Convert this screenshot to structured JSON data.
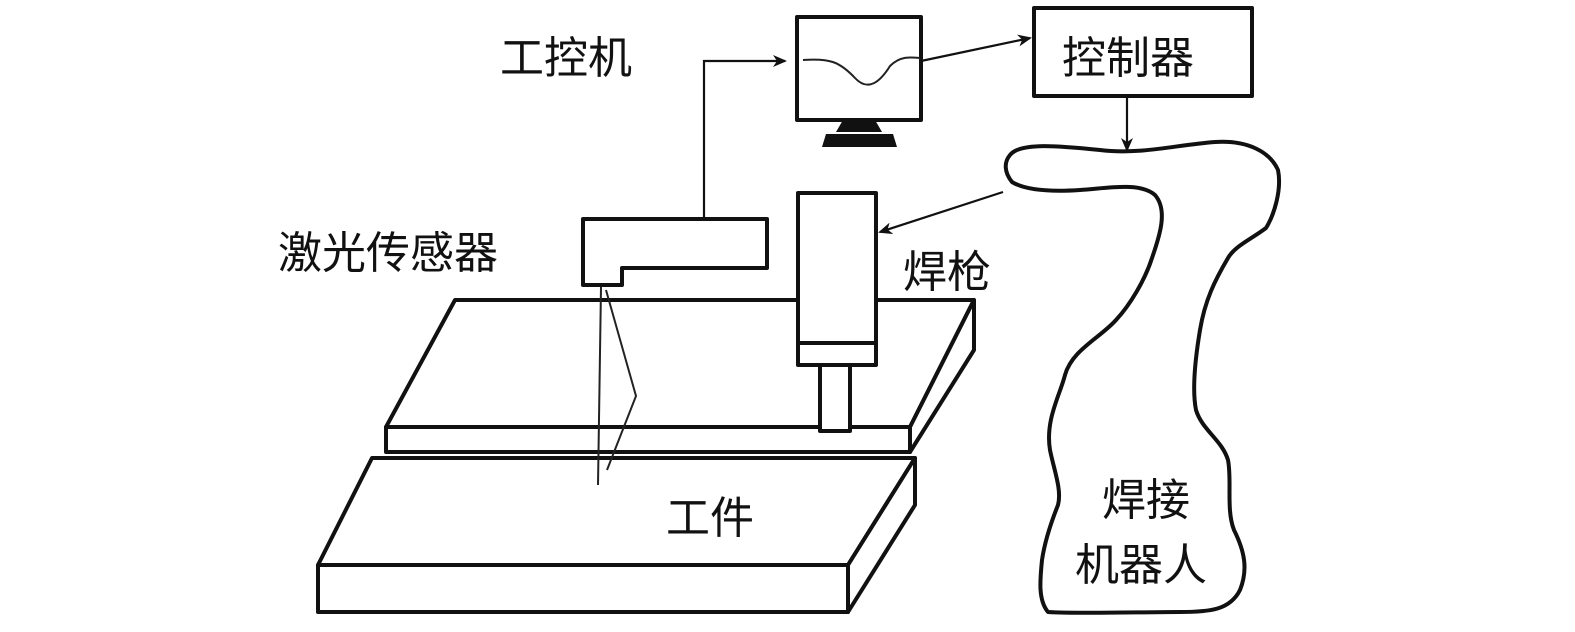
{
  "labels": {
    "ipc": "工控机",
    "controller": "控制器",
    "laser_sensor": "激光传感器",
    "torch": "焊枪",
    "workpiece": "工件",
    "robot_line1": "焊接",
    "robot_line2": "机器人"
  }
}
